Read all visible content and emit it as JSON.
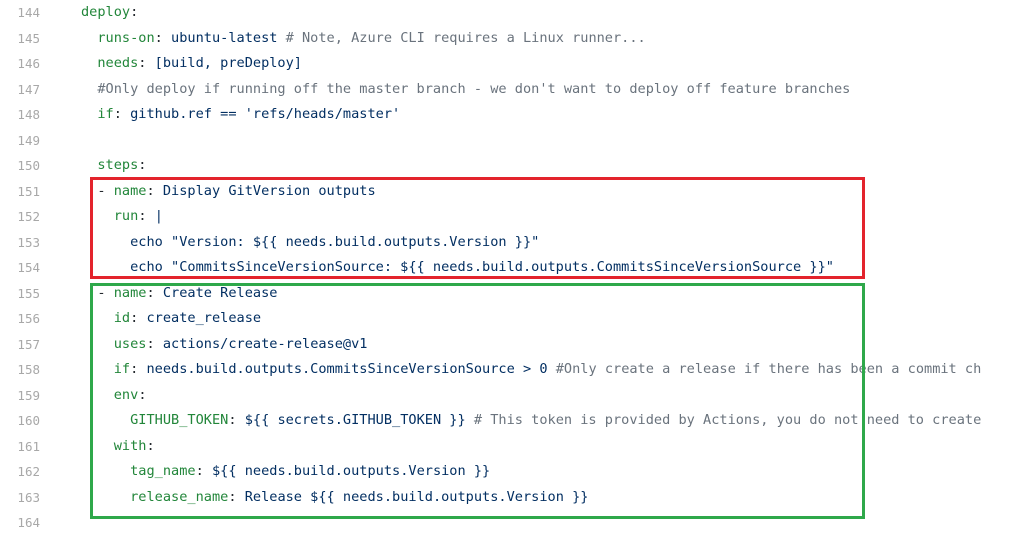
{
  "editor": {
    "lines": [
      {
        "n": "144",
        "indent": "",
        "tokens": [
          {
            "c": "k",
            "t": "deploy"
          },
          {
            "c": "p",
            "t": ":"
          }
        ]
      },
      {
        "n": "145",
        "indent": "  ",
        "tokens": [
          {
            "c": "k",
            "t": "runs-on"
          },
          {
            "c": "p",
            "t": ": "
          },
          {
            "c": "t",
            "t": "ubuntu-latest "
          },
          {
            "c": "c",
            "t": "# Note, Azure CLI requires a Linux runner..."
          }
        ]
      },
      {
        "n": "146",
        "indent": "  ",
        "tokens": [
          {
            "c": "k",
            "t": "needs"
          },
          {
            "c": "p",
            "t": ": "
          },
          {
            "c": "t",
            "t": "[build, preDeploy]"
          }
        ]
      },
      {
        "n": "147",
        "indent": "  ",
        "tokens": [
          {
            "c": "c",
            "t": "#Only deploy if running off the master branch - we don't want to deploy off feature branches"
          }
        ]
      },
      {
        "n": "148",
        "indent": "  ",
        "tokens": [
          {
            "c": "k",
            "t": "if"
          },
          {
            "c": "p",
            "t": ": "
          },
          {
            "c": "t",
            "t": "github.ref == 'refs/heads/master'"
          }
        ]
      },
      {
        "n": "149",
        "indent": "",
        "tokens": []
      },
      {
        "n": "150",
        "indent": "  ",
        "tokens": [
          {
            "c": "k",
            "t": "steps"
          },
          {
            "c": "p",
            "t": ":"
          }
        ]
      },
      {
        "n": "151",
        "indent": "  ",
        "tokens": [
          {
            "c": "p",
            "t": "- "
          },
          {
            "c": "k",
            "t": "name"
          },
          {
            "c": "p",
            "t": ": "
          },
          {
            "c": "t",
            "t": "Display GitVersion outputs"
          }
        ]
      },
      {
        "n": "152",
        "indent": "    ",
        "tokens": [
          {
            "c": "k",
            "t": "run"
          },
          {
            "c": "p",
            "t": ": "
          },
          {
            "c": "t",
            "t": "|"
          }
        ]
      },
      {
        "n": "153",
        "indent": "      ",
        "tokens": [
          {
            "c": "t",
            "t": "echo \"Version: ${{ needs.build.outputs.Version }}\""
          }
        ]
      },
      {
        "n": "154",
        "indent": "      ",
        "tokens": [
          {
            "c": "t",
            "t": "echo \"CommitsSinceVersionSource: ${{ needs.build.outputs.CommitsSinceVersionSource }}\""
          }
        ]
      },
      {
        "n": "155",
        "indent": "  ",
        "tokens": [
          {
            "c": "p",
            "t": "- "
          },
          {
            "c": "k",
            "t": "name"
          },
          {
            "c": "p",
            "t": ": "
          },
          {
            "c": "t",
            "t": "Create Release"
          }
        ]
      },
      {
        "n": "156",
        "indent": "    ",
        "tokens": [
          {
            "c": "k",
            "t": "id"
          },
          {
            "c": "p",
            "t": ": "
          },
          {
            "c": "t",
            "t": "create_release"
          }
        ]
      },
      {
        "n": "157",
        "indent": "    ",
        "tokens": [
          {
            "c": "k",
            "t": "uses"
          },
          {
            "c": "p",
            "t": ": "
          },
          {
            "c": "t",
            "t": "actions/create-release@v1"
          }
        ]
      },
      {
        "n": "158",
        "indent": "    ",
        "tokens": [
          {
            "c": "k",
            "t": "if"
          },
          {
            "c": "p",
            "t": ": "
          },
          {
            "c": "t",
            "t": "needs.build.outputs.CommitsSinceVersionSource > 0 "
          },
          {
            "c": "c",
            "t": "#Only create a release if there has been a commit ch"
          }
        ]
      },
      {
        "n": "159",
        "indent": "    ",
        "tokens": [
          {
            "c": "k",
            "t": "env"
          },
          {
            "c": "p",
            "t": ":"
          }
        ]
      },
      {
        "n": "160",
        "indent": "      ",
        "tokens": [
          {
            "c": "k",
            "t": "GITHUB_TOKEN"
          },
          {
            "c": "p",
            "t": ": "
          },
          {
            "c": "t",
            "t": "${{ secrets.GITHUB_TOKEN }} "
          },
          {
            "c": "c",
            "t": "# This token is provided by Actions, you do not need to create"
          }
        ]
      },
      {
        "n": "161",
        "indent": "    ",
        "tokens": [
          {
            "c": "k",
            "t": "with"
          },
          {
            "c": "p",
            "t": ":"
          }
        ]
      },
      {
        "n": "162",
        "indent": "      ",
        "tokens": [
          {
            "c": "k",
            "t": "tag_name"
          },
          {
            "c": "p",
            "t": ": "
          },
          {
            "c": "t",
            "t": "${{ needs.build.outputs.Version }}"
          }
        ]
      },
      {
        "n": "163",
        "indent": "      ",
        "tokens": [
          {
            "c": "k",
            "t": "release_name"
          },
          {
            "c": "p",
            "t": ": "
          },
          {
            "c": "t",
            "t": "Release ${{ needs.build.outputs.Version }}"
          }
        ]
      },
      {
        "n": "164",
        "indent": "",
        "tokens": []
      }
    ]
  },
  "highlights": [
    {
      "name": "display-gitversion-step",
      "color": "#e3232c"
    },
    {
      "name": "create-release-step",
      "color": "#2ea84a"
    }
  ],
  "colors": {
    "key": "#22863a",
    "value": "#032f62",
    "comment": "#6a737d",
    "line_number": "#a8a8a8"
  }
}
